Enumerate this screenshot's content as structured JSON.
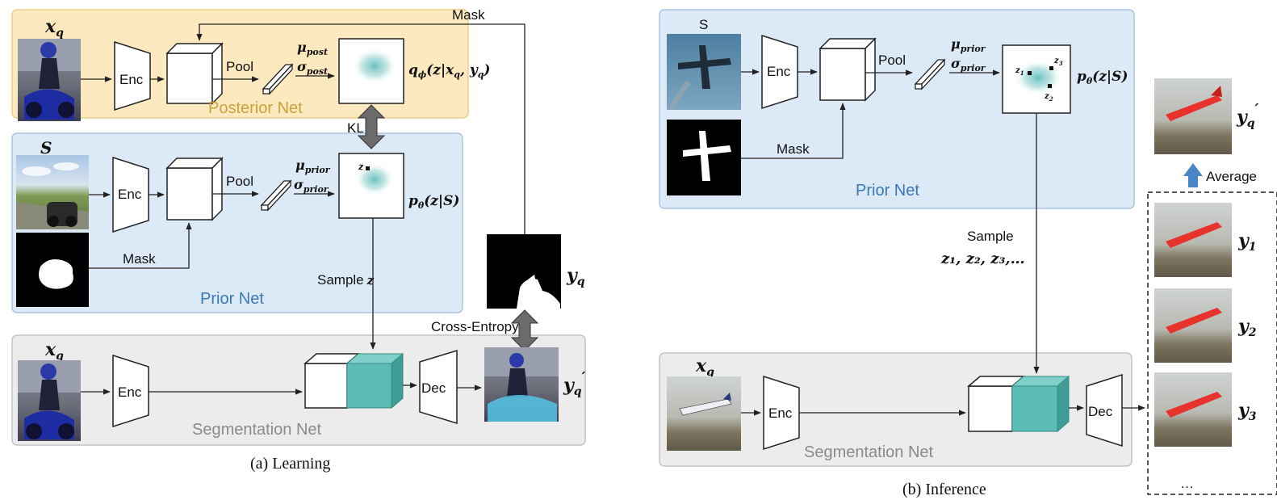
{
  "learning": {
    "posterior": {
      "label": "Posterior Net",
      "input_label": "x",
      "input_sub": "q",
      "enc": "Enc",
      "pool": "Pool",
      "mu": "μ",
      "mu_sub": "post",
      "sigma": "σ",
      "sigma_sub": "post",
      "dist": "q",
      "dist_sub": "ϕ",
      "dist_args": "(z|x",
      "dist_args2": ", y",
      "dist_close": ")"
    },
    "kl": "KL",
    "mask_top": "Mask",
    "prior": {
      "label": "Prior Net",
      "support_label": "S",
      "enc": "Enc",
      "pool": "Pool",
      "mask": "Mask",
      "mu": "μ",
      "mu_sub": "prior",
      "sigma": "σ",
      "sigma_sub": "prior",
      "z": "z",
      "dist": "p",
      "dist_sub": "θ",
      "dist_args": "(z|S)"
    },
    "sample": "Sample",
    "sample_var": "z",
    "gt_label": "y",
    "gt_sub": "q",
    "cross_entropy": "Cross-Entropy",
    "segmentation": {
      "label": "Segmentation Net",
      "input_label": "x",
      "input_sub": "q",
      "enc": "Enc",
      "dec": "Dec",
      "out_label": "y",
      "out_sub": "q",
      "prime": "′"
    },
    "caption": "(a)  Learning"
  },
  "inference": {
    "prior": {
      "label": "Prior Net",
      "support_label": "S",
      "enc": "Enc",
      "pool": "Pool",
      "mask": "Mask",
      "mu": "μ",
      "mu_sub": "prior",
      "sigma": "σ",
      "sigma_sub": "prior",
      "z1": "z",
      "z1_sub": "1",
      "z2": "z",
      "z2_sub": "2",
      "z3": "z",
      "z3_sub": "3",
      "dist": "p",
      "dist_sub": "θ",
      "dist_args": "(z|S)"
    },
    "sample": "Sample",
    "sample_vars": "z₁, z₂, z₃,…",
    "segmentation": {
      "label": "Segmentation Net",
      "input_label": "x",
      "input_sub": "q",
      "enc": "Enc",
      "dec": "Dec"
    },
    "average": "Average",
    "avg_out": "y",
    "avg_out_sub": "q",
    "prime": "′",
    "outputs": [
      {
        "label": "y",
        "sub": "1"
      },
      {
        "label": "y",
        "sub": "2"
      },
      {
        "label": "y",
        "sub": "3"
      }
    ],
    "ellipsis": "…",
    "caption": "(b)  Inference"
  },
  "colors": {
    "posterior_bg": "#fce9bf",
    "posterior_border": "#e9cf8a",
    "posterior_text": "#c9a23a",
    "prior_bg": "#dce9f6",
    "prior_border": "#a9c4e2",
    "prior_text": "#3a78b5",
    "seg_bg": "#ececec",
    "seg_border": "#c4c4c4",
    "seg_text": "#8a8a8a",
    "teal": "#5bbdb6",
    "arrow_gray": "#6b6b6b",
    "avg_arrow": "#4a86c5"
  }
}
